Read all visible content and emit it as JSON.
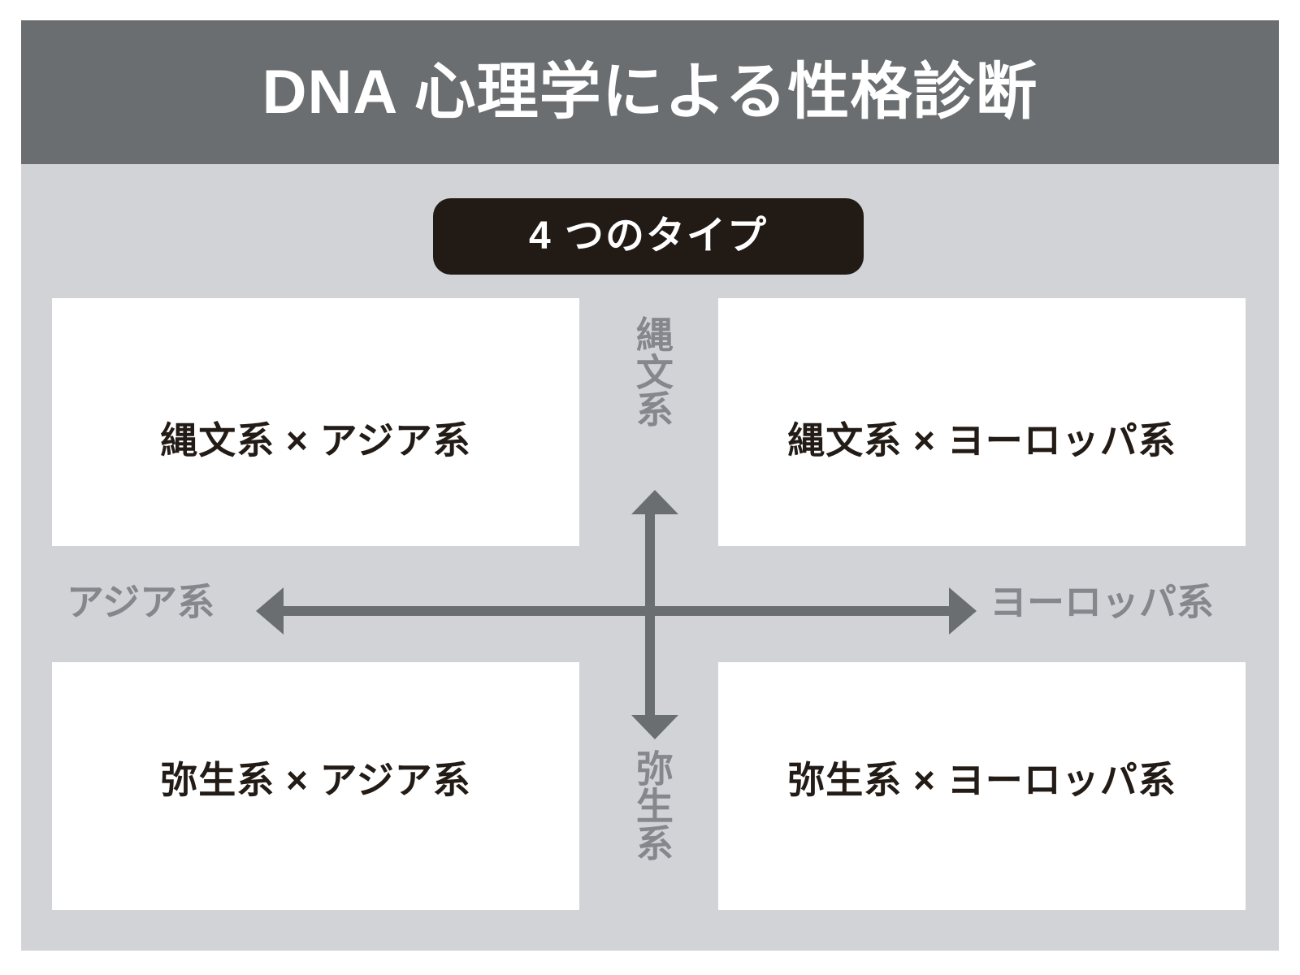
{
  "header": {
    "title": "DNA 心理学による性格診断",
    "background_color": "#6b6e70",
    "text_color": "#ffffff"
  },
  "body": {
    "background_color": "#d2d3d7"
  },
  "badge": {
    "label": "4 つのタイプ",
    "background_color": "#221a15",
    "text_color": "#ffffff"
  },
  "matrix": {
    "quadrants": [
      {
        "position": "top-left",
        "label": "縄文系 × アジア系"
      },
      {
        "position": "top-right",
        "label": "縄文系 × ヨーロッパ系"
      },
      {
        "position": "bottom-left",
        "label": "弥生系 × アジア系"
      },
      {
        "position": "bottom-right",
        "label": "弥生系 × ヨーロッパ系"
      }
    ],
    "axes": {
      "vertical": {
        "top_label": "縄文系",
        "bottom_label": "弥生系"
      },
      "horizontal": {
        "left_label": "アジア系",
        "right_label": "ヨーロッパ系"
      },
      "line_color": "#6b6e70",
      "label_color": "#85878c"
    },
    "box_background_color": "#ffffff",
    "box_text_color": "#231b16"
  }
}
